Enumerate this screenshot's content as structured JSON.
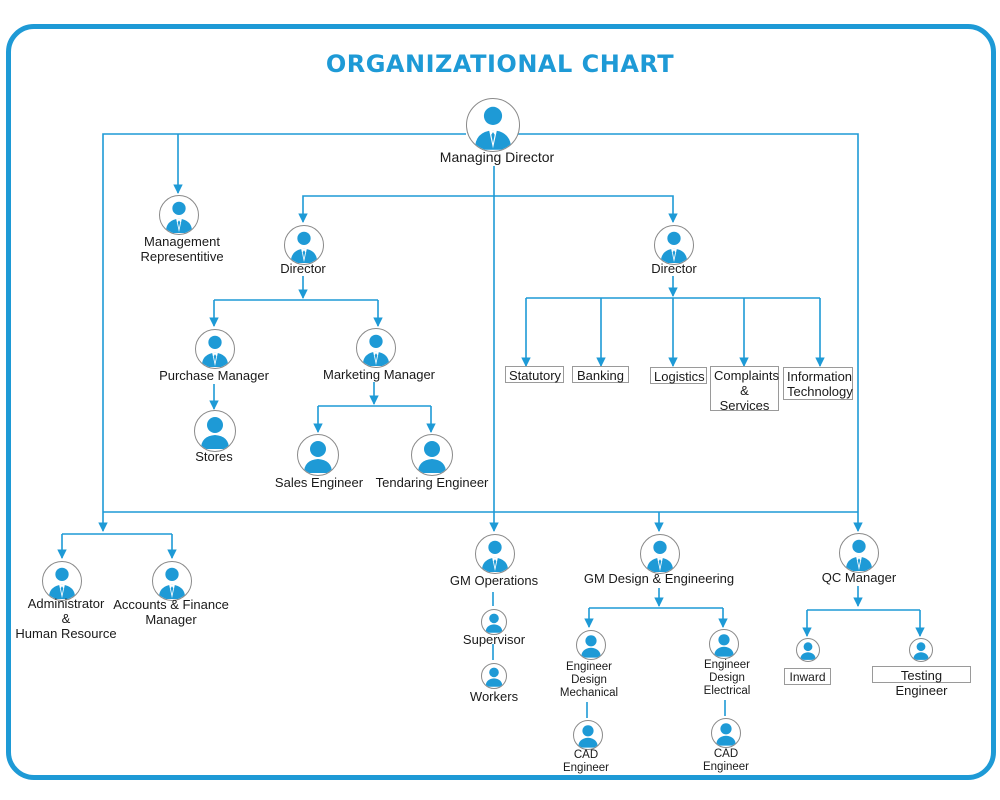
{
  "title": "ORGANIZATIONAL CHART",
  "colors": {
    "accent": "#1e9ad6",
    "line": "#1e9ad6",
    "text": "#1a1a1a"
  },
  "nodes": {
    "managing_director": "Managing Director",
    "management_rep": "Management\nRepresentitive",
    "director_left": "Director",
    "director_right": "Director",
    "purchase_manager": "Purchase Manager",
    "marketing_manager": "Marketing Manager",
    "stores": "Stores",
    "sales_engineer": "Sales Engineer",
    "tendaring_engineer": "Tendaring Engineer",
    "administrator": "Administrator\n&\nHuman Resource",
    "accounts": "Accounts & Finance\nManager",
    "gm_operations": "GM Operations",
    "supervisor": "Supervisor",
    "workers": "Workers",
    "gm_design": "GM Design & Engineering",
    "eng_mech": "Engineer\nDesign\nMechanical",
    "eng_elec": "Engineer\nDesign\nElectrical",
    "cad_left": "CAD\nEngineer",
    "cad_right": "CAD\nEngineer",
    "qc_manager": "QC Manager",
    "inward": "Inward",
    "testing_engineer": "Testing Engineer"
  },
  "departments": {
    "statutory": "Statutory",
    "banking": "Banking",
    "logistics": "Logistics",
    "complaints": "Complaints\n&\nServices",
    "it": "Information\nTechnology"
  },
  "icons": {
    "person_tie": "person-tie-icon",
    "person_plain": "person-icon"
  }
}
